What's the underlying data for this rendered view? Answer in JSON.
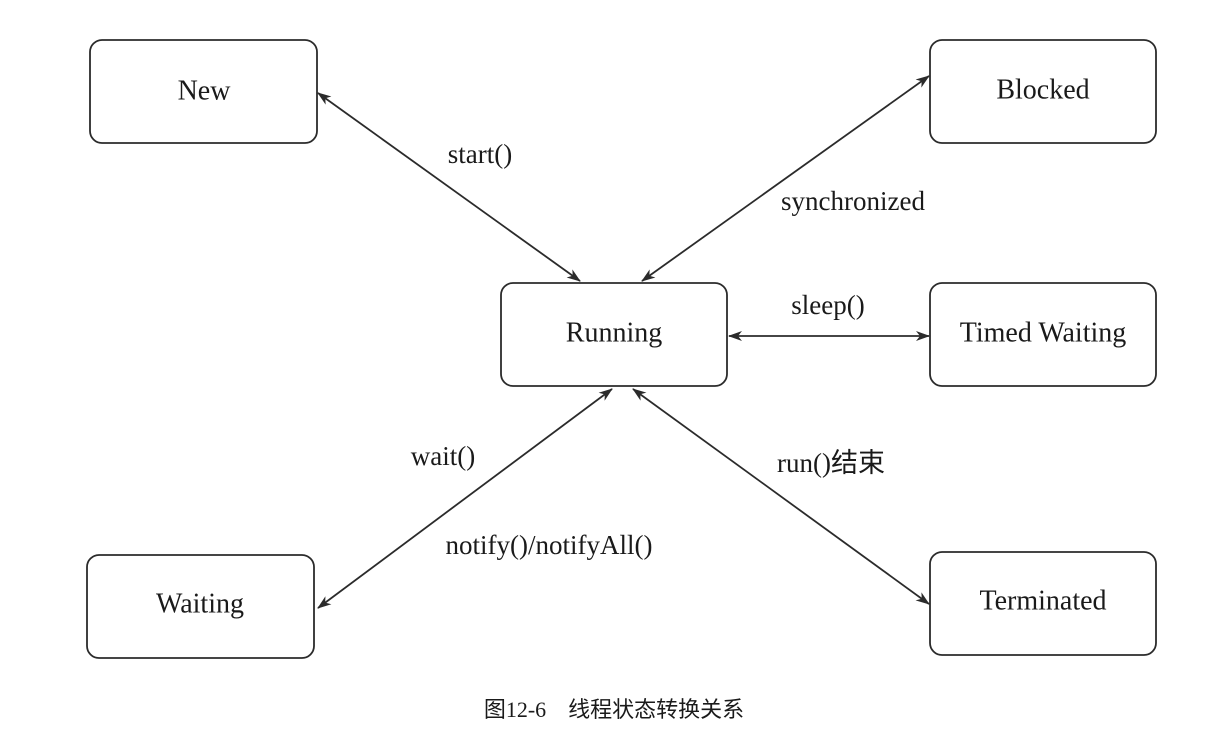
{
  "states": {
    "new": "New",
    "blocked": "Blocked",
    "running": "Running",
    "timed_waiting": "Timed Waiting",
    "waiting": "Waiting",
    "terminated": "Terminated"
  },
  "transitions": {
    "start": "start()",
    "synchronized": "synchronized",
    "sleep": "sleep()",
    "wait": "wait()",
    "notify": "notify()/notifyAll()",
    "run_end": "run()结束"
  },
  "caption": "图12-6　线程状态转换关系",
  "colors": {
    "stroke": "#2b2b2b",
    "text": "#1a1a1a",
    "background": "#ffffff"
  }
}
